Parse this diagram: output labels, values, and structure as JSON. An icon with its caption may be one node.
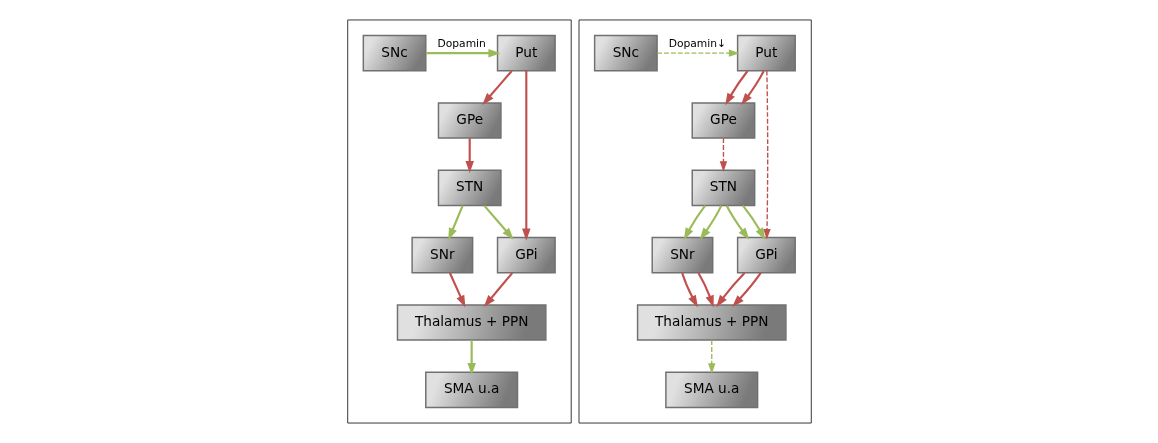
{
  "diagram": {
    "nodes": [
      {
        "text": [],
        "shape": "box"
      },
      {
        "text": [
          "SMA u.a"
        ],
        "in": 0
      },
      {
        "text": [
          "SNc"
        ],
        "in": 0
      },
      {
        "text": [
          "Put"
        ],
        "in": 0
      },
      {
        "text": [
          "GPe"
        ],
        "in": 0
      },
      {
        "text": [
          "Thalamus + PPN"
        ],
        "in": 0
      },
      {
        "text": [
          "STN"
        ],
        "in": 0
      },
      {
        "text": [
          "GPi"
        ],
        "in": 0
      },
      {
        "text": [
          "SNr"
        ],
        "in": 0
      },
      {
        "text": [],
        "shape": "box"
      },
      {
        "text": [
          "SMA u.a"
        ],
        "in": 9
      },
      {
        "text": [
          "SNc"
        ],
        "in": 9
      },
      {
        "text": [
          "Put"
        ],
        "in": 9
      },
      {
        "text": [
          "GPe"
        ],
        "in": 9
      },
      {
        "text": [
          "Thalamus + PPN"
        ],
        "in": 9
      },
      {
        "text": [
          "STN"
        ],
        "in": 9
      },
      {
        "text": [
          "GPi"
        ],
        "in": 9
      },
      {
        "text": [
          "SNr"
        ],
        "in": 9
      }
    ],
    "edges": [
      {
        "from": 2,
        "to": 3,
        "arrow": "to",
        "label": "Dopamin",
        "color": "#9bbb59"
      },
      {
        "from": 3,
        "to": 4,
        "arrow": "to"
      },
      {
        "from": 3,
        "to": 7,
        "arrow": "to"
      },
      {
        "from": 4,
        "to": 6,
        "arrow": "to"
      },
      {
        "from": 6,
        "to": 7,
        "arrow": "to",
        "color": "#9bbb59"
      },
      {
        "from": 6,
        "to": 8,
        "arrow": "to",
        "color": "#9bbb59"
      },
      {
        "from": 7,
        "to": 5,
        "arrow": "to"
      },
      {
        "from": 8,
        "to": 5,
        "arrow": "to"
      },
      {
        "from": 5,
        "to": 1,
        "arrow": "to",
        "color": "#9bbb59"
      },
      {
        "from": 11,
        "to": 12,
        "arrow": "to",
        "label": "Dopamin↓",
        "style": "dashed",
        "color": "#9bbb59"
      },
      {
        "from": 12,
        "to": 13,
        "arrow": "to"
      },
      {
        "from": 12,
        "to": 13,
        "arrow": "to"
      },
      {
        "from": 12,
        "to": 16,
        "arrow": "to",
        "style": "dashed"
      },
      {
        "from": 13,
        "to": 15,
        "arrow": "to",
        "style": "dashed"
      },
      {
        "from": 15,
        "to": 16,
        "arrow": "to",
        "color": "#9bbb59"
      },
      {
        "from": 15,
        "to": 16,
        "arrow": "to",
        "color": "#9bbb59"
      },
      {
        "from": 15,
        "to": 17,
        "arrow": "to",
        "color": "#9bbb59"
      },
      {
        "from": 15,
        "to": 17,
        "arrow": "to",
        "color": "#9bbb59"
      },
      {
        "from": 16,
        "to": 14,
        "arrow": "to"
      },
      {
        "from": 16,
        "to": 14,
        "arrow": "to"
      },
      {
        "from": 17,
        "to": 14,
        "arrow": "to"
      },
      {
        "from": 17,
        "to": 14,
        "arrow": "to"
      },
      {
        "from": 14,
        "to": 10,
        "arrow": "to",
        "style": "dashed",
        "color": "#9bbb59"
      }
    ]
  }
}
